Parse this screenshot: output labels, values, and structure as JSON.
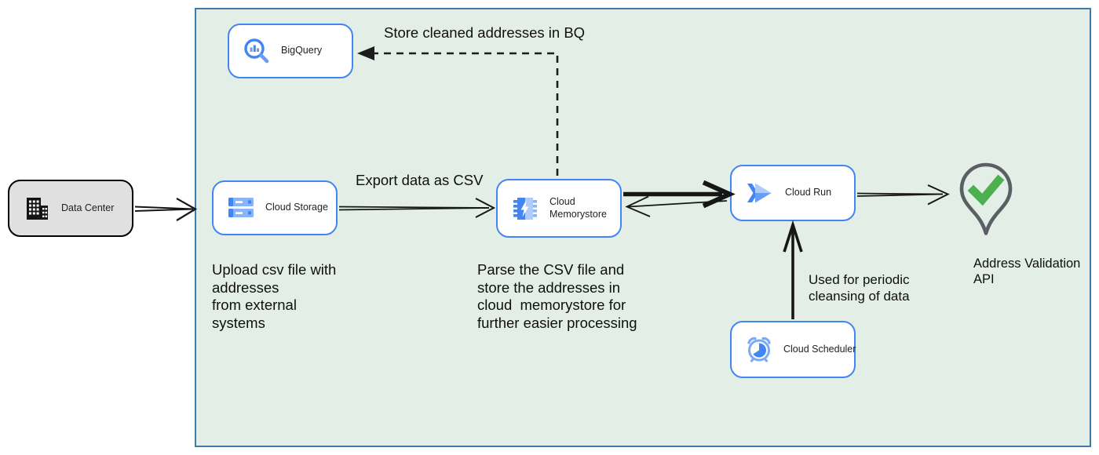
{
  "colors": {
    "zone_fill": "#e3efe6",
    "zone_border": "#3d7caa",
    "node_border": "#4285f4",
    "datacenter_fill": "#e0e0e0",
    "arrow": "#161616",
    "icon_blue": "#4285f4",
    "icon_blue_mid": "#669df6",
    "icon_blue_light": "#aecbfa",
    "check_green": "#4caf50",
    "pin_gray": "#5b5f63"
  },
  "nodes": {
    "data_center": {
      "label": "Data Center"
    },
    "bigquery": {
      "label": "BigQuery"
    },
    "cloud_storage": {
      "label": "Cloud Storage"
    },
    "cloud_memorystore": {
      "label": "Cloud Memorystore"
    },
    "cloud_run": {
      "label": "Cloud Run"
    },
    "cloud_scheduler": {
      "label": "Cloud Scheduler"
    },
    "address_validation": {
      "label": "Address Validation\nAPI"
    }
  },
  "annotations": {
    "store_bq": "Store cleaned addresses in BQ",
    "export_csv": "Export data as CSV",
    "upload_csv": "Upload csv file with\naddresses\nfrom external\nsystems",
    "parse_csv": "Parse the CSV file and\nstore the addresses in\ncloud  memorystore for\nfurther easier processing",
    "periodic": "Used for periodic\ncleansing of data"
  }
}
